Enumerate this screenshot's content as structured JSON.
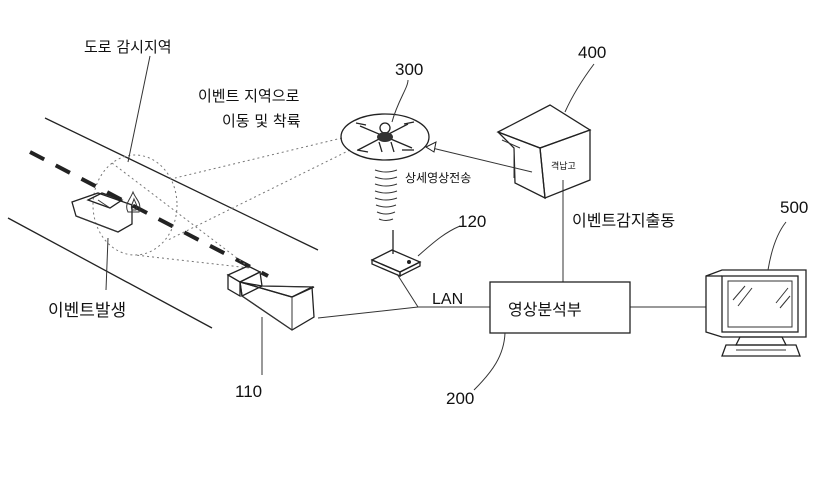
{
  "labels": {
    "road_area": "도로 감시지역",
    "event_move_line1": "이벤트 지역으로",
    "event_move_line2": "이동 및 착륙",
    "event_occurrence": "이벤트발생",
    "detail_video": "상세영상전송",
    "event_dispatch": "이벤트감지출동",
    "hangar": "격납고",
    "lan": "LAN",
    "analysis_unit": "영상분석부"
  },
  "refs": {
    "drone": "300",
    "hangar": "400",
    "router": "120",
    "monitor": "500",
    "camera": "110",
    "analyzer": "200"
  }
}
